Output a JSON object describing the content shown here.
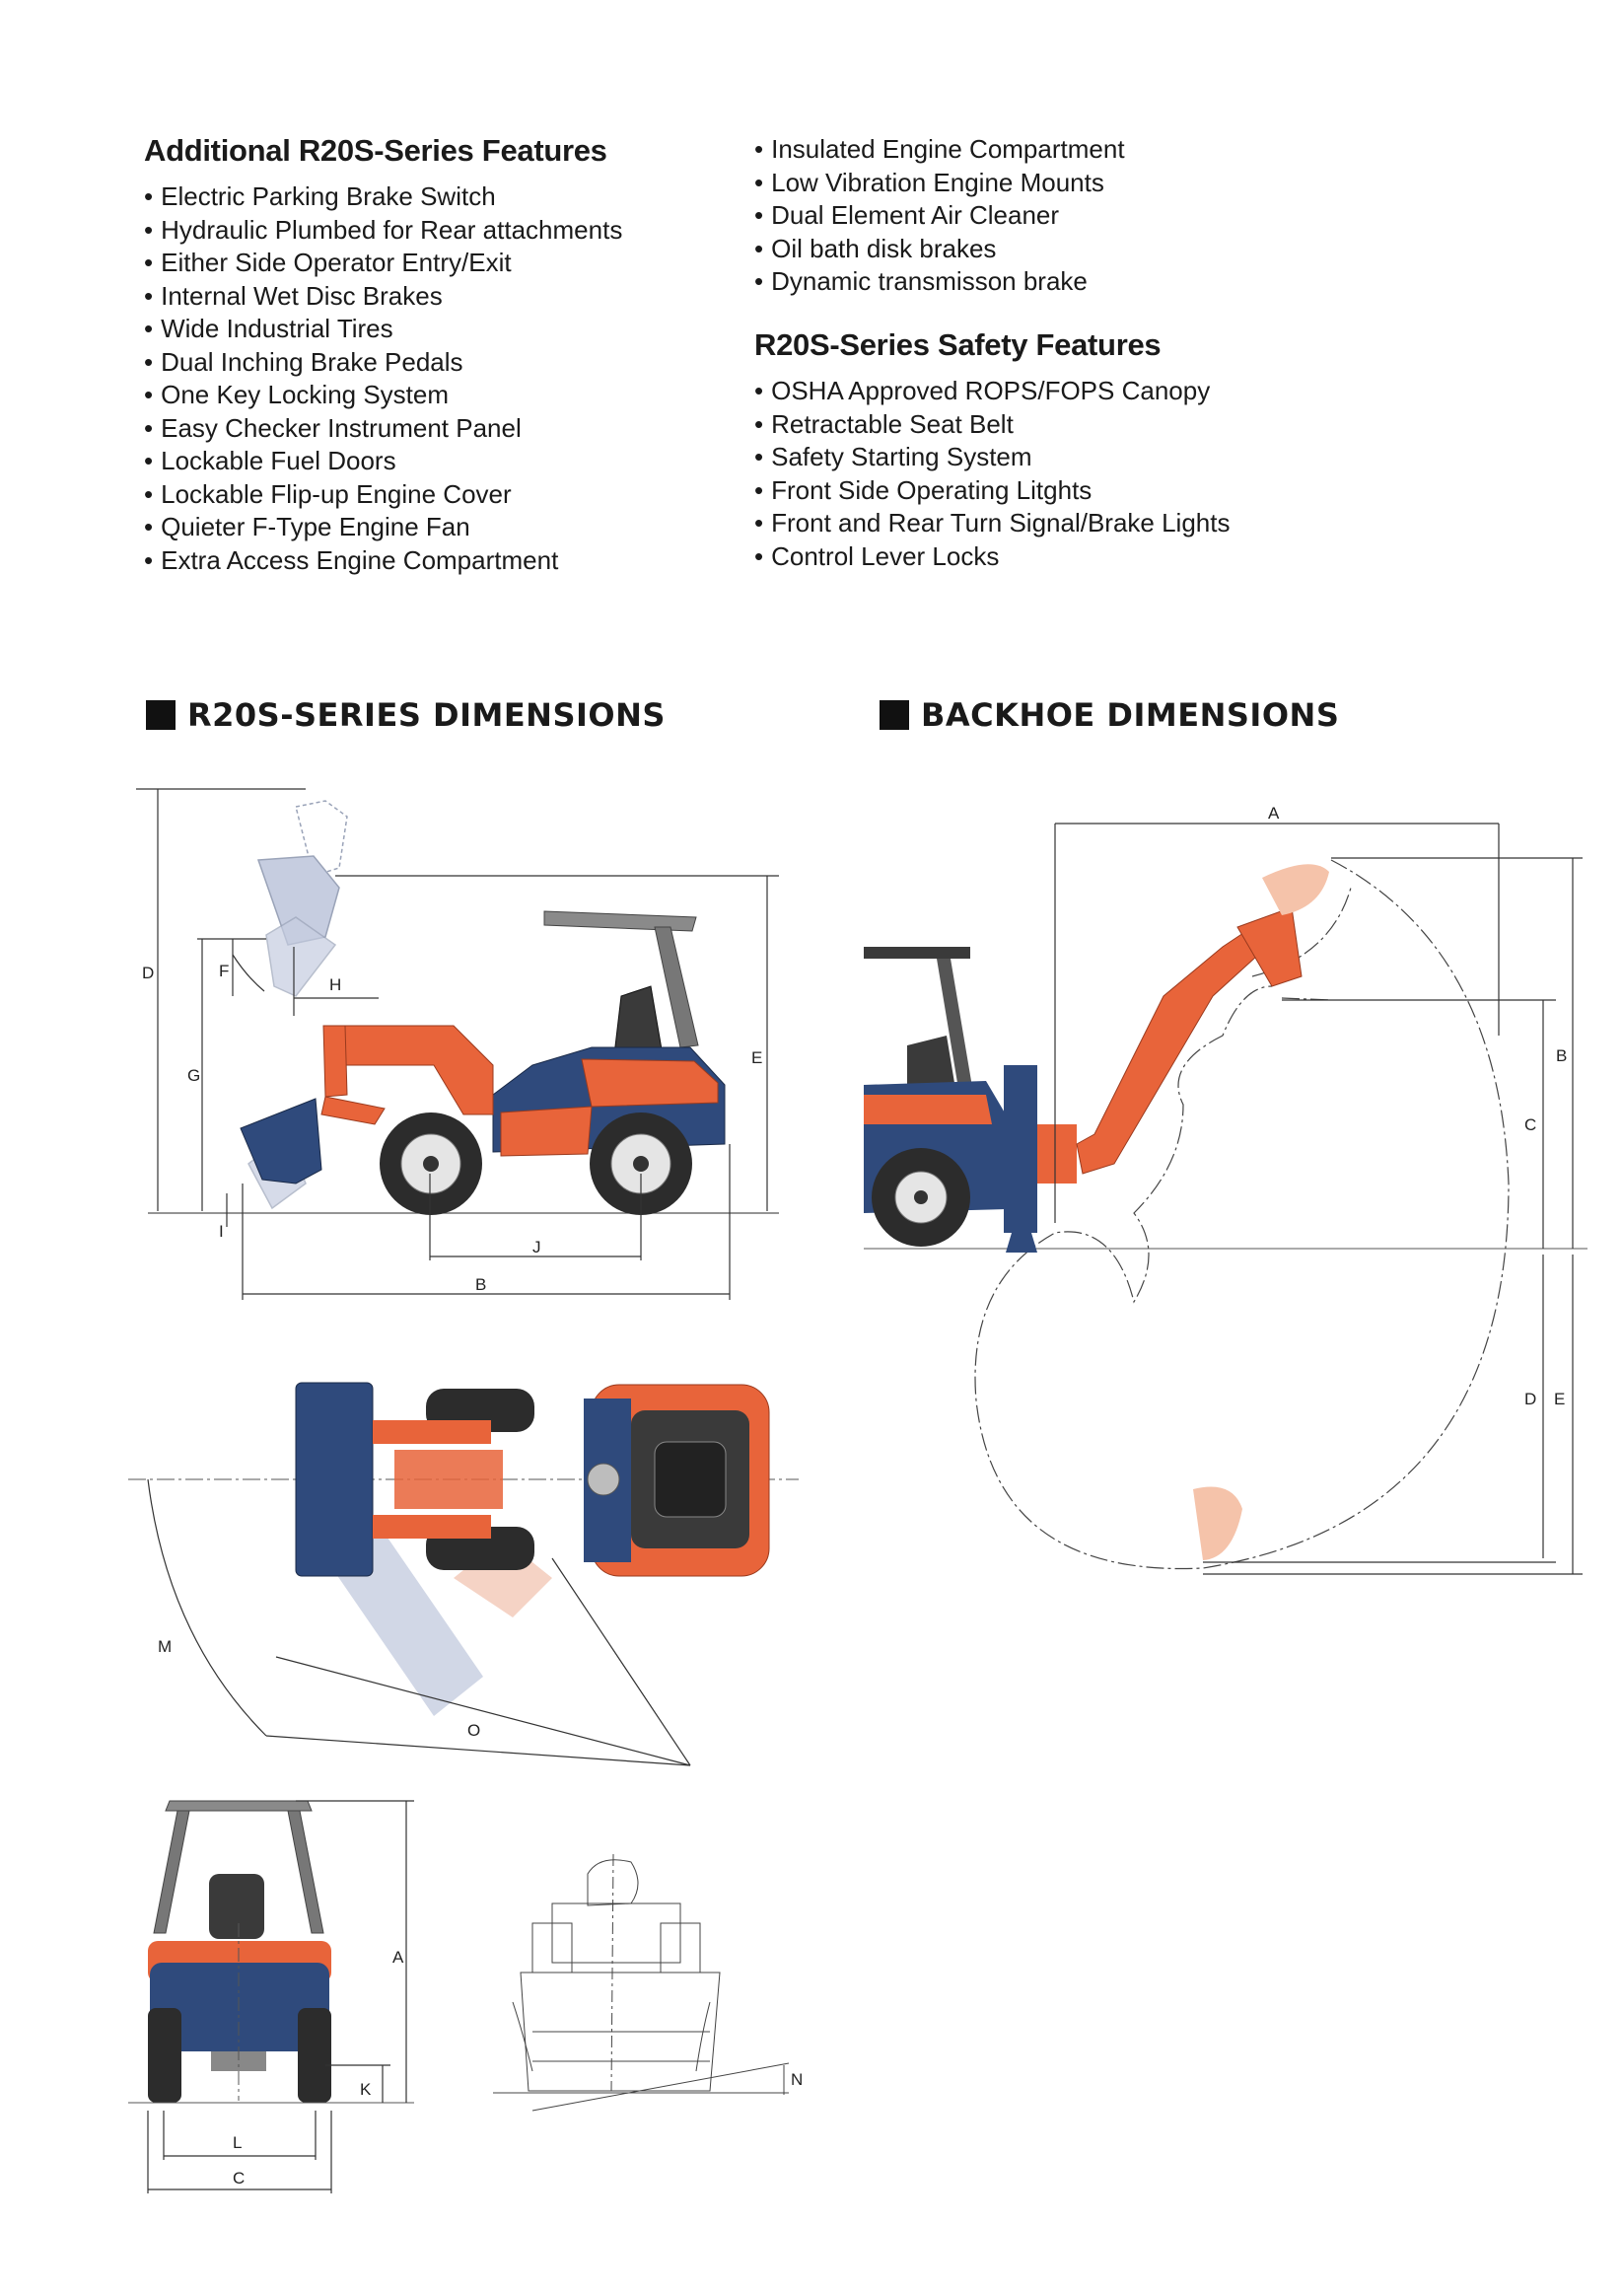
{
  "additional": {
    "title": "Additional R20S-Series Features",
    "items": [
      "Electric Parking Brake Switch",
      "Hydraulic Plumbed for Rear attachments",
      "Either Side Operator Entry/Exit",
      "Internal Wet Disc Brakes",
      "Wide Industrial Tires",
      "Dual Inching Brake Pedals",
      "One Key Locking System",
      "Easy Checker Instrument  Panel",
      "Lockable Fuel Doors",
      "Lockable Flip-up Engine Cover",
      "Quieter F-Type Engine Fan",
      "Extra Access Engine Compartment"
    ],
    "continued": [
      "Insulated Engine Compartment",
      "Low Vibration Engine Mounts",
      "Dual Element Air Cleaner",
      "Oil bath disk brakes",
      "Dynamic transmisson brake"
    ]
  },
  "safety": {
    "title": "R20S-Series Safety Features",
    "items": [
      "OSHA Approved ROPS/FOPS Canopy",
      "Retractable Seat Belt",
      "Safety Starting System",
      "Front Side Operating Litghts",
      "Front and Rear Turn Signal/Brake Lights",
      "Control Lever Locks"
    ]
  },
  "sections": {
    "r20s": "R20S-SERIES DIMENSIONS",
    "backhoe": "BACKHOE  DIMENSIONS"
  },
  "labels": {
    "side": {
      "D": "D",
      "F": "F",
      "H": "H",
      "G": "G",
      "E": "E",
      "I": "I",
      "J": "J",
      "B": "B"
    },
    "top": {
      "M": "M",
      "O": "O"
    },
    "front": {
      "A": "A",
      "K": "K",
      "L": "L",
      "C": "C"
    },
    "tilt": {
      "N": "N"
    },
    "backhoe": {
      "A": "A",
      "B": "B",
      "C": "C",
      "D": "D",
      "E": "E"
    }
  },
  "colors": {
    "orange": "#e8643a",
    "blue": "#2f4a7c",
    "canopy": "#777777",
    "ghost": "#c6cde0",
    "tire": "#2c2c2c"
  }
}
